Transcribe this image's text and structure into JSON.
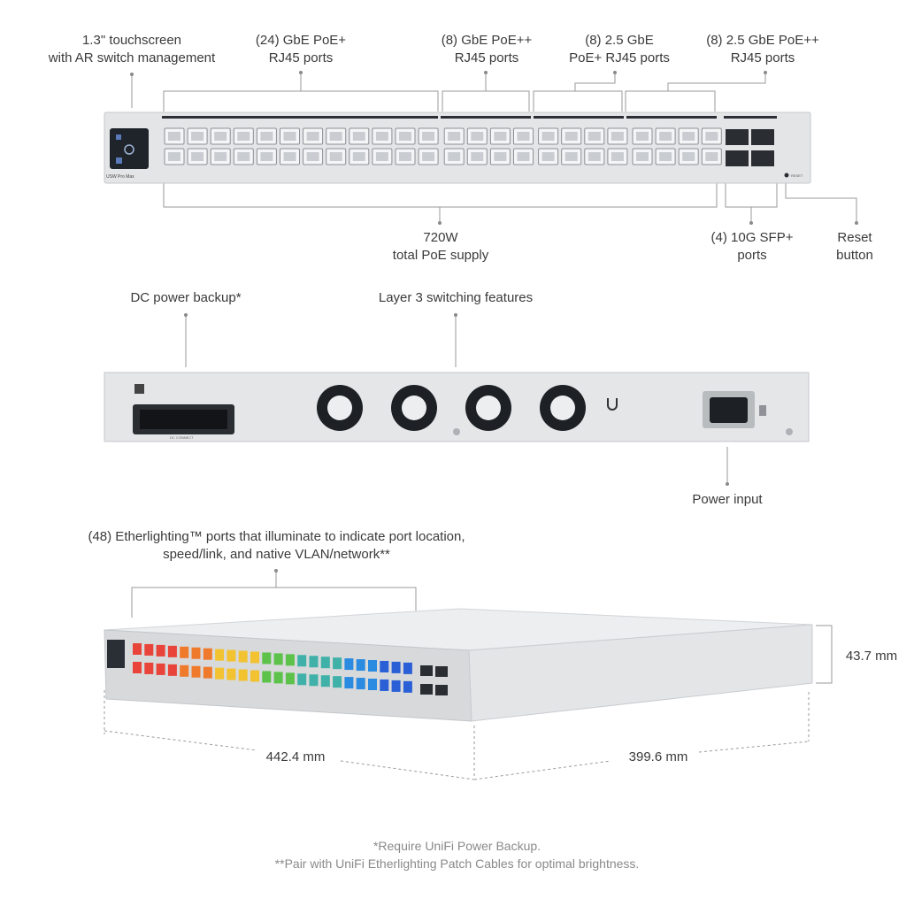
{
  "front_labels": {
    "touchscreen": [
      "1.3\" touchscreen",
      "with AR switch management"
    ],
    "gbe_poe_plus": [
      "(24) GbE PoE+",
      "RJ45 ports"
    ],
    "gbe_poe_plusplus": [
      "(8) GbE PoE++",
      "RJ45 ports"
    ],
    "two5_poe_plus": [
      "(8) 2.5 GbE",
      "PoE+ RJ45 ports"
    ],
    "two5_poe_plusplus": [
      "(8) 2.5 GbE PoE++",
      "RJ45 ports"
    ],
    "poe_supply": [
      "720W",
      "total PoE supply"
    ],
    "sfp_ports": [
      "(4) 10G SFP+",
      "ports"
    ],
    "reset": [
      "Reset",
      "button"
    ]
  },
  "device_front": {
    "model_text": "USW Pro Max",
    "reset_text": "RESET"
  },
  "rear_labels": {
    "dc_backup": "DC power backup*",
    "layer3": "Layer 3 switching features",
    "power_input": "Power input"
  },
  "device_rear": {
    "connector_text": "DC CONNECT"
  },
  "iso_labels": {
    "etherlighting": [
      "(48) Etherlighting™ ports that illuminate to indicate port location,",
      "speed/link, and native VLAN/network**"
    ],
    "height": "43.7 mm",
    "width": "442.4 mm",
    "depth": "399.6 mm"
  },
  "footnotes": [
    "*Require UniFi Power Backup.",
    "**Pair with UniFi Etherlighting Patch Cables for optimal brightness."
  ],
  "colors": {
    "chassis": "#d7d9db",
    "chassis_edge": "#b9bcbf",
    "port": "#8d9196",
    "etherlight": [
      "#e8443a",
      "#f07a2c",
      "#f2c230",
      "#5cc24a",
      "#3fb1a8",
      "#2a8be0",
      "#2a5fd6"
    ]
  }
}
